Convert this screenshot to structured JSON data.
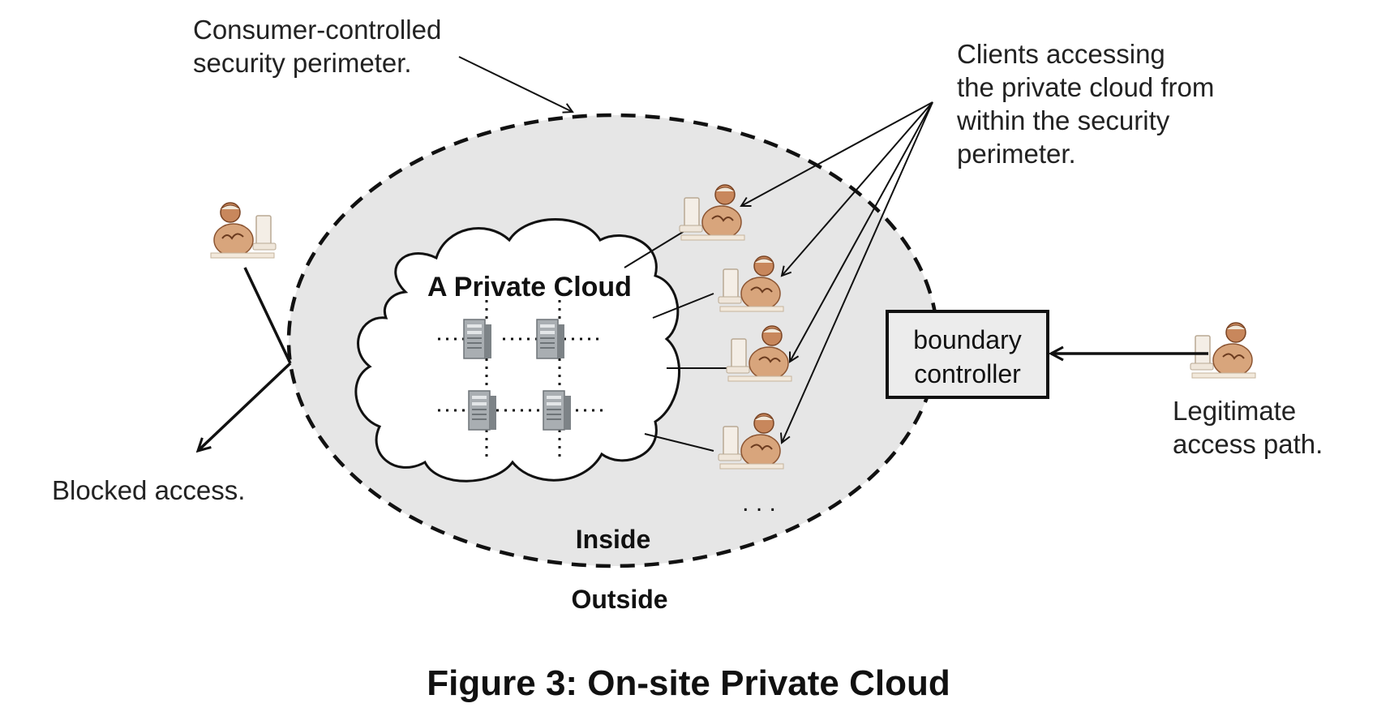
{
  "labels": {
    "perimeter": [
      "Consumer-controlled",
      "security perimeter."
    ],
    "clients": [
      "Clients accessing",
      "the private cloud from",
      "within the security",
      "perimeter."
    ],
    "blocked": "Blocked access.",
    "legitimate": [
      "Legitimate",
      "access path."
    ],
    "cloud": "A Private Cloud",
    "boundary": [
      "boundary",
      "controller"
    ],
    "inside": "Inside",
    "outside": "Outside",
    "ellipsis": ". . ."
  },
  "caption": "Figure 3: On-site Private Cloud",
  "colors": {
    "perimeter_fill": "#e6e6e6",
    "line": "#111111",
    "server": "#9ea4a8",
    "person_skin": "#c8875c",
    "person_body": "#d8a57c"
  },
  "icons": [
    "person-at-computer-icon",
    "server-icon",
    "cloud-icon"
  ]
}
